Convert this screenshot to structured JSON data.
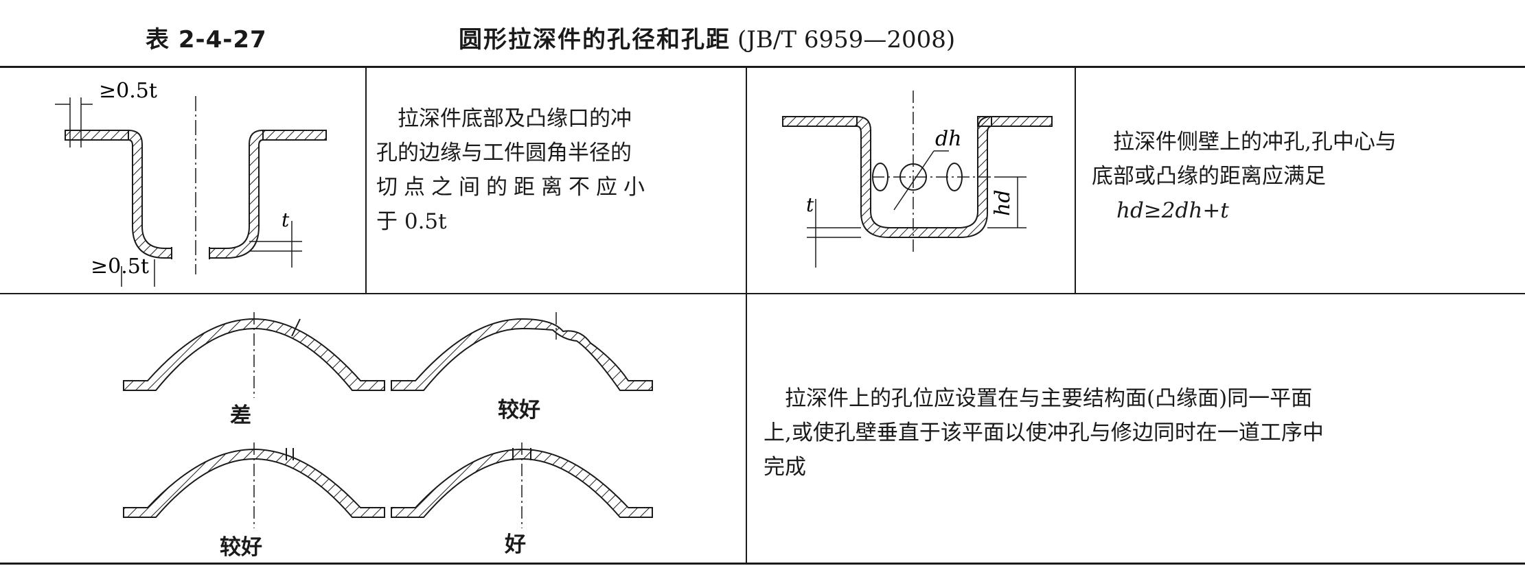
{
  "caption": {
    "table_number": "表 2-4-27",
    "title": "圆形拉深件的孔径和孔距",
    "standard": "(JB/T 6959—2008)"
  },
  "row1": {
    "fig1": {
      "dim_top": "≥0.5t",
      "dim_bottom": "≥0.5t",
      "dim_thickness": "t"
    },
    "text1": {
      "lines": [
        "拉深件底部及凸缘口的冲",
        "孔的边缘与工件圆角半径的",
        "切点之间的距离不应小",
        "于 0.5t"
      ]
    },
    "fig2": {
      "dim_hole": "dh",
      "dim_height": "hd",
      "dim_thickness": "t"
    },
    "text2": {
      "lines": [
        "拉深件侧壁上的冲孔,孔中心与",
        "底部或凸缘的距离应满足"
      ],
      "formula": "hd≥2dh+t"
    }
  },
  "row2": {
    "figures": [
      {
        "label": "差"
      },
      {
        "label": "较好"
      },
      {
        "label": "较好"
      },
      {
        "label": "好"
      }
    ],
    "text": {
      "lines": [
        "拉深件上的孔位应设置在与主要结构面(凸缘面)同一平面",
        "上,或使孔壁垂直于该平面以使冲孔与修边同时在一道工序中",
        "完成"
      ]
    }
  }
}
